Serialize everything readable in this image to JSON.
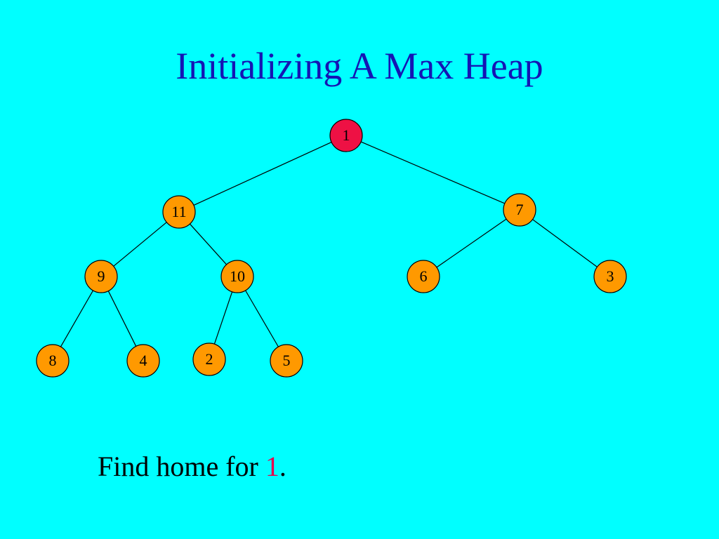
{
  "title": "Initializing A Max Heap",
  "caption": {
    "prefix": "Find home for ",
    "highlight": "1",
    "suffix": "."
  },
  "colors": {
    "background": "#00FFFF",
    "title": "#1515B4",
    "node_fill": "#FF9900",
    "highlight_node_fill": "#EE1144",
    "highlight_text": "#E8004C"
  },
  "tree": {
    "nodes": [
      {
        "id": "n1",
        "label": "1",
        "highlighted": true
      },
      {
        "id": "n11",
        "label": "11"
      },
      {
        "id": "n7",
        "label": "7"
      },
      {
        "id": "n9",
        "label": "9"
      },
      {
        "id": "n10",
        "label": "10"
      },
      {
        "id": "n6",
        "label": "6"
      },
      {
        "id": "n3",
        "label": "3"
      },
      {
        "id": "n8",
        "label": "8"
      },
      {
        "id": "n4",
        "label": "4"
      },
      {
        "id": "n2",
        "label": "2"
      },
      {
        "id": "n5",
        "label": "5"
      }
    ],
    "edges": [
      [
        "n1",
        "n11"
      ],
      [
        "n1",
        "n7"
      ],
      [
        "n11",
        "n9"
      ],
      [
        "n11",
        "n10"
      ],
      [
        "n7",
        "n6"
      ],
      [
        "n7",
        "n3"
      ],
      [
        "n9",
        "n8"
      ],
      [
        "n9",
        "n4"
      ],
      [
        "n10",
        "n2"
      ],
      [
        "n10",
        "n5"
      ]
    ]
  }
}
